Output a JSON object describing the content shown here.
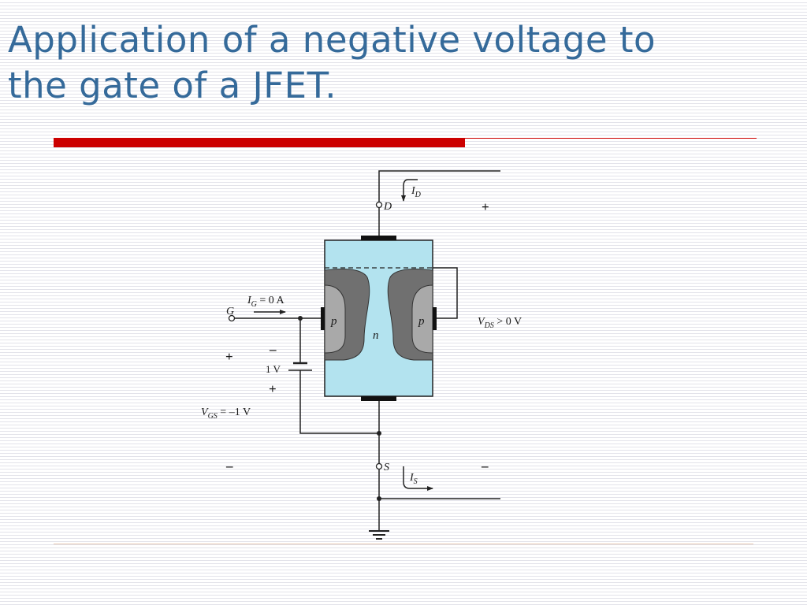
{
  "slide": {
    "title_line1": "Application of a negative voltage to",
    "title_line2": "the gate of a JFET."
  },
  "diagram": {
    "labels": {
      "drain": "D",
      "source": "S",
      "gate": "G",
      "drain_current_symbol": "I",
      "drain_current_sub": "D",
      "source_current_symbol": "I",
      "source_current_sub": "S",
      "gate_current_symbol": "I",
      "gate_current_sub": "G",
      "gate_current_value": " = 0 A",
      "vds_symbol": "V",
      "vds_sub": "DS",
      "vds_value": " > 0 V",
      "vgs_symbol": "V",
      "vgs_sub": "GS",
      "vgs_value": " = –1 V",
      "battery_value": "1 V",
      "p_region_left": "p",
      "p_region_right": "p",
      "n_channel": "n",
      "plus": "+",
      "minus": "–"
    },
    "colors": {
      "channel_fill": "#b3e3ef",
      "depletion_fill": "#707070",
      "p_region_fill": "#a9a9a9",
      "wire": "#222222",
      "accent_red": "#cc0000",
      "title_blue": "#356a9a"
    }
  }
}
